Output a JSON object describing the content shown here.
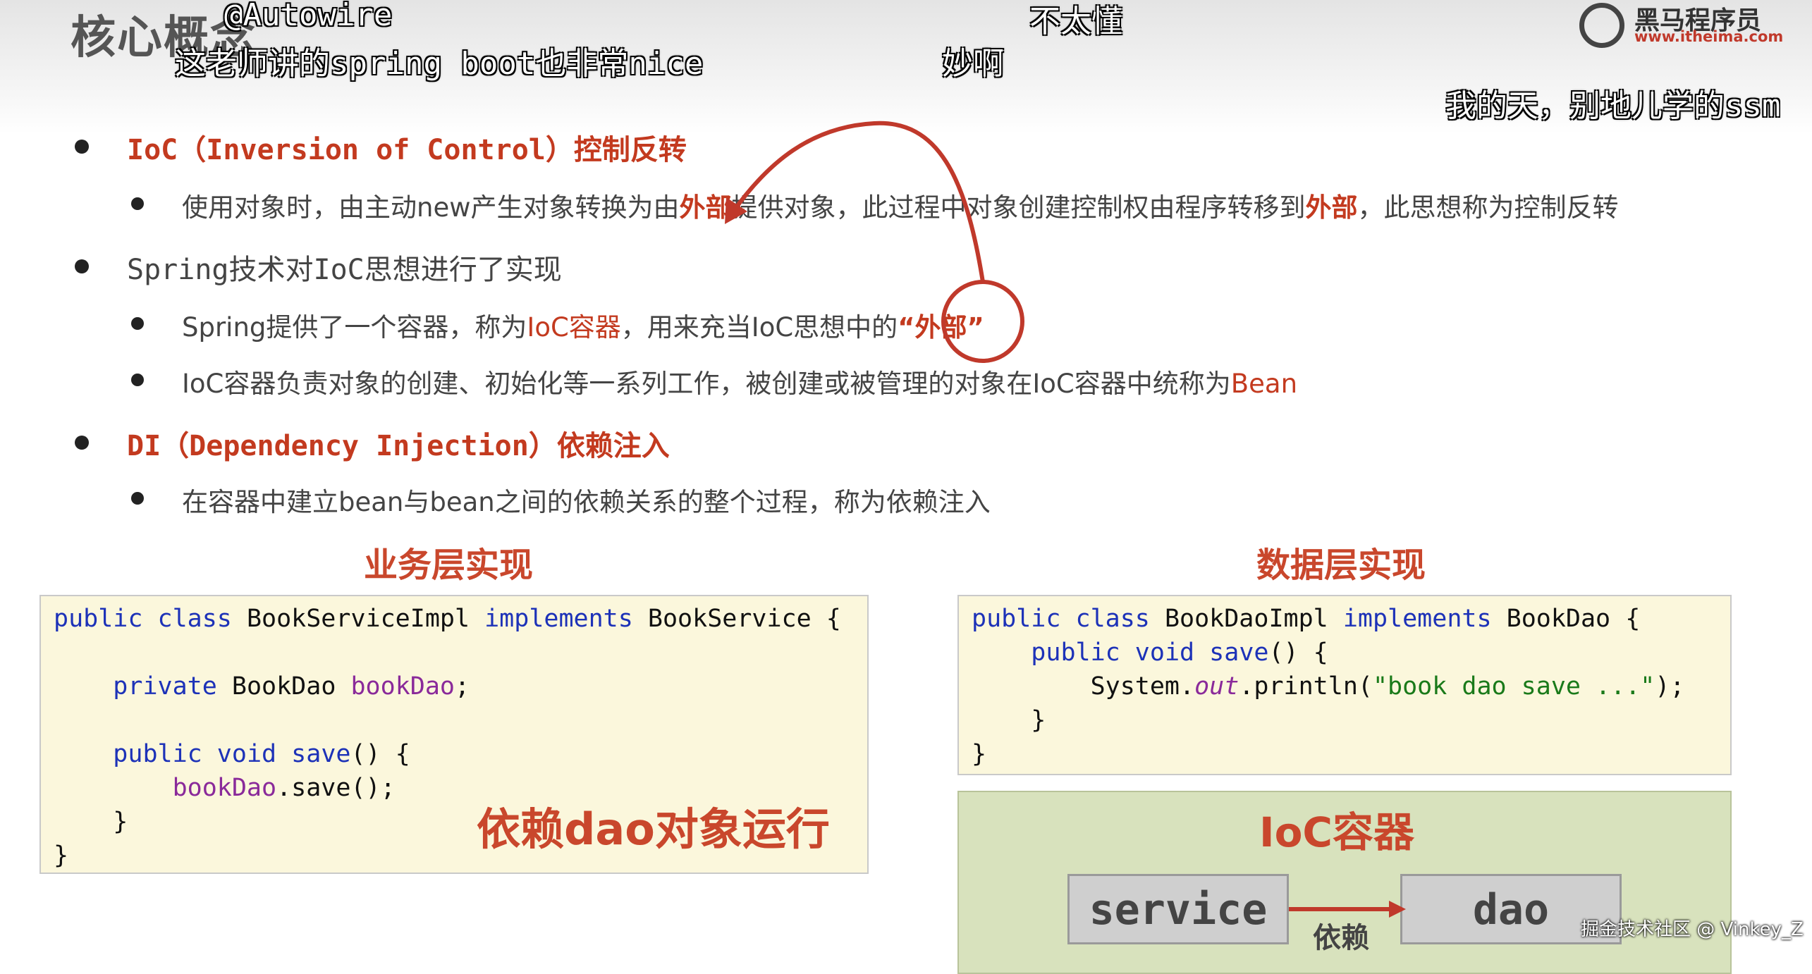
{
  "header": {
    "title": "核心概念",
    "logo_cn": "黑马程序员",
    "logo_url": "www.itheima.com"
  },
  "danmaku": [
    "@Autowire",
    "这老师讲的spring boot也非常nice",
    "不太懂",
    "妙啊",
    "我的天，别地儿学的ssm"
  ],
  "bullets": {
    "ioc": {
      "label": "IoC（Inversion of Control）",
      "label_cn": "控制反转"
    },
    "ioc_desc": {
      "part1": "使用对象时，由主动new产生对象转换为由",
      "hl1": "外部",
      "part2": "提供对象，此过程中对象创建控制权由程序转移到",
      "hl2": "外部",
      "part3": "，此思想称为控制反转"
    },
    "spring": "Spring技术对IoC思想进行了实现",
    "container": {
      "part1": "Spring提供了一个容器，称为",
      "hl1": "IoC容器",
      "part2": "，用来充当IoC思想中的",
      "hl2": "“外部”"
    },
    "bean": {
      "part1": "IoC容器负责对象的创建、初始化等一系列工作，被创建或被管理的对象在IoC容器中统称为",
      "hl": "Bean"
    },
    "di": {
      "label": "DI（Dependency Injection）",
      "label_cn": "依赖注入"
    },
    "di_desc": "在容器中建立bean与bean之间的依赖关系的整个过程，称为依赖注入"
  },
  "service_section": {
    "title": "业务层实现",
    "note": "依赖dao对象运行",
    "code": {
      "l1_kw": "public class",
      "l1_name": "BookServiceImpl",
      "l1_kw2": "implements",
      "l1_rest": "BookService {",
      "l2_kw": "private",
      "l2_type": "BookDao",
      "l2_field": "bookDao",
      "l2_end": ";",
      "l3_kw": "public void",
      "l3_method": "save",
      "l3_end": "() {",
      "l4_field": "bookDao",
      "l4_end": ".save();",
      "l5": "}",
      "l6": "}"
    }
  },
  "dao_section": {
    "title": "数据层实现",
    "code": {
      "l1_kw": "public class",
      "l1_name": "BookDaoImpl",
      "l1_kw2": "implements",
      "l1_rest": "BookDao {",
      "l2_kw": "public void",
      "l2_method": "save",
      "l2_end": "() {",
      "l3_pre": "System.",
      "l3_out": "out",
      "l3_mid": ".println(",
      "l3_str": "\"book dao save ...\"",
      "l3_end": ");",
      "l4": "}",
      "l5": "}"
    }
  },
  "ioc_container": {
    "title": "IoC容器",
    "service": "service",
    "dao": "dao",
    "arrow_label": "依赖"
  },
  "watermark": "掘金技术社区 @ Vinkey_Z",
  "colors": {
    "accent": "#c33a1f",
    "code_bg": "#fbf7dc",
    "ioc_bg": "#d8e2bd"
  }
}
